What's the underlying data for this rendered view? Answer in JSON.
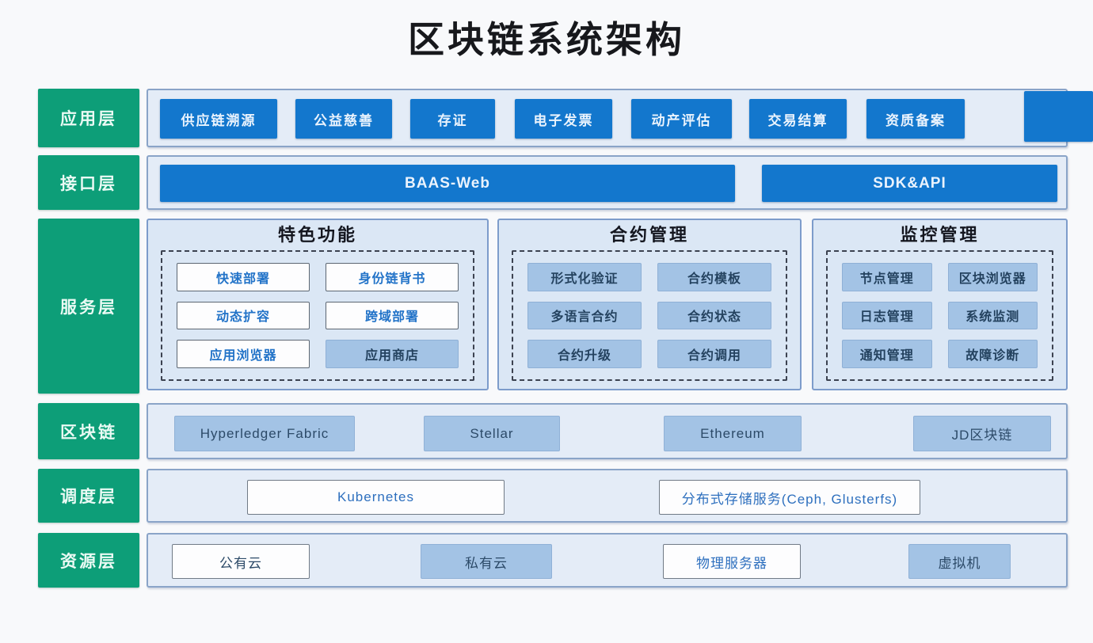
{
  "title": "区块链系统架构",
  "colors": {
    "layer_green": "#0d9e78",
    "box_blue": "#1377cd",
    "row_bg": "#e4ecf7",
    "item_fill": "#a3c3e5"
  },
  "layers": {
    "app": {
      "label": "应用层",
      "items": [
        "供应链溯源",
        "公益慈善",
        "存证",
        "电子发票",
        "动产评估",
        "交易结算",
        "资质备案"
      ],
      "overflow_label": ""
    },
    "interface": {
      "label": "接口层",
      "items": [
        "BAAS-Web",
        "SDK&API"
      ]
    },
    "service": {
      "label": "服务层",
      "groups": [
        {
          "title": "特色功能",
          "items": [
            "快速部署",
            "身份链背书",
            "动态扩容",
            "跨域部署",
            "应用浏览器",
            "应用商店"
          ]
        },
        {
          "title": "合约管理",
          "items": [
            "形式化验证",
            "合约模板",
            "多语言合约",
            "合约状态",
            "合约升级",
            "合约调用"
          ]
        },
        {
          "title": "监控管理",
          "items": [
            "节点管理",
            "区块浏览器",
            "日志管理",
            "系统监测",
            "通知管理",
            "故障诊断"
          ]
        }
      ]
    },
    "blockchain": {
      "label": "区块链",
      "items": [
        "Hyperledger Fabric",
        "Stellar",
        "Ethereum",
        "JD区块链"
      ]
    },
    "scheduling": {
      "label": "调度层",
      "items": [
        "Kubernetes",
        "分布式存储服务(Ceph, Glusterfs)"
      ]
    },
    "resource": {
      "label": "资源层",
      "items": [
        "公有云",
        "私有云",
        "物理服务器",
        "虚拟机"
      ]
    }
  }
}
